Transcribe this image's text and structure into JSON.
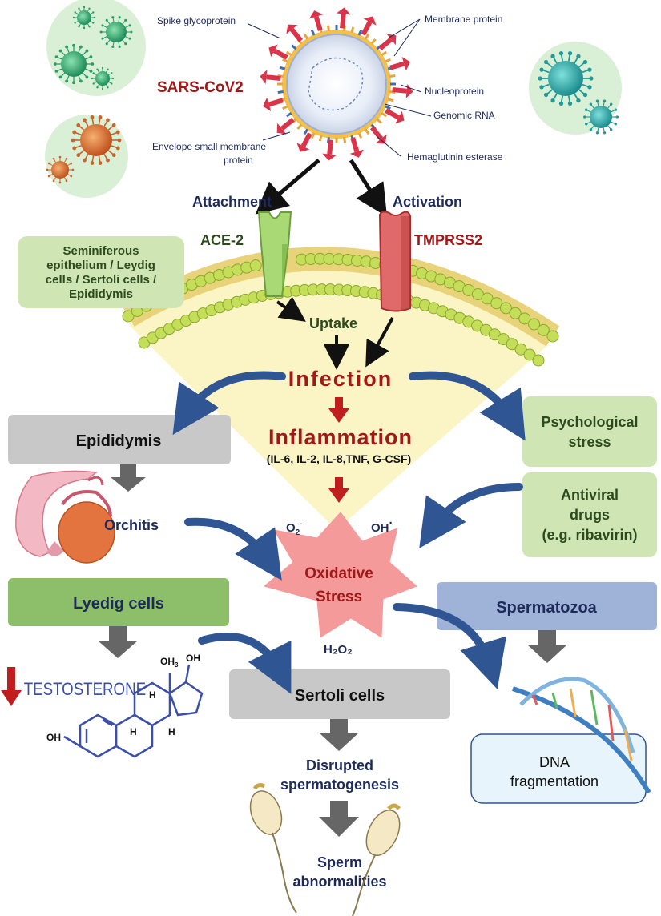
{
  "virus": {
    "name": "SARS-CoV2",
    "labels": {
      "spike": "Spike glycoprotein",
      "membrane": "Membrane protein",
      "nucleo": "Nucleoprotein",
      "genomic": "Genomic RNA",
      "envelope1": "Envelope small membrane",
      "envelope2": "protein",
      "hemag": "Hemaglutinin esterase"
    }
  },
  "receptors": {
    "attachment": "Attachment",
    "activation": "Activation",
    "ace2": "ACE-2",
    "tmprss2": "TMPRSS2",
    "uptake": "Uptake"
  },
  "tissue_box": [
    "Seminiferous",
    "epithelium / Leydig",
    "cells / Sertoli cells /",
    "Epididymis"
  ],
  "center": {
    "infection": "Infection",
    "inflammation": "Inflammation",
    "cytokines": "(IL-6, IL-2, IL-8,TNF, G-CSF)",
    "o2": "O",
    "o2_sub": "2",
    "o2_sup": "-",
    "oh": "OH",
    "oh_sup": "·",
    "h2o2": "H₂O₂",
    "oxidative": "Oxidative",
    "stress": "Stress"
  },
  "left": {
    "epididymis": "Epididymis",
    "orchitis": "Orchitis",
    "leydig": "Lyedig cells",
    "testosterone": "TESTOSTERONE",
    "oh3": "OH",
    "oh3_sub": "3",
    "oh_top": "OH",
    "oh_left": "OH",
    "h1": "H",
    "h2": "H",
    "h3": "H"
  },
  "right": {
    "psych": [
      "Psychological",
      "stress"
    ],
    "antiviral": [
      "Antiviral",
      "drugs",
      "(e.g. ribavirin)"
    ],
    "sperm": "Spermatozoa",
    "dna": [
      "DNA",
      "fragmentation"
    ]
  },
  "bottom": {
    "sertoli": "Sertoli cells",
    "disrupted": [
      "Disrupted",
      "spermatogenesis"
    ],
    "abnormal": [
      "Sperm",
      "abnormalities"
    ]
  },
  "colors": {
    "navy": "#1e2a5a",
    "darkred": "#a01818",
    "green_text": "#2d4a1e",
    "green_box": "#cfe6b4",
    "gray_box": "#c8c8c8",
    "lyedig_box": "#8dbf6b",
    "sperm_box": "#9fb3d8",
    "blue_arrow": "#2f5593",
    "fan": "#fbf5c6",
    "star": "#f59a9a"
  }
}
